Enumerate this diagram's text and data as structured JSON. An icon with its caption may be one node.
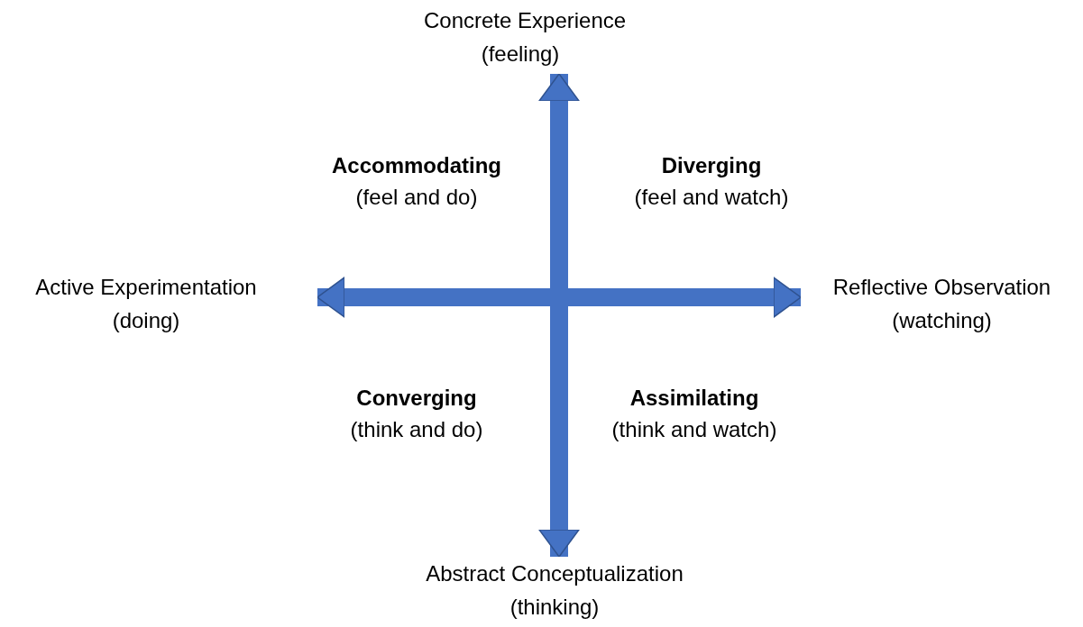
{
  "diagram": {
    "nodes": [
      {
        "text": [
          "Concrete Experience",
          "(feeling)"
        ]
      },
      {
        "text": [
          "Active Experimentation",
          "(doing)"
        ]
      },
      {
        "text": [
          "Reflective Observation",
          "(watching)"
        ]
      },
      {
        "text": [
          "Abstract Conceptualization",
          "(thinking)"
        ]
      }
    ],
    "edges": [
      {
        "from": 0,
        "to": 3,
        "arrow": "both"
      },
      {
        "from": 1,
        "to": 2,
        "arrow": "both"
      }
    ],
    "labels": [
      "Accommodating",
      "(feel and do)",
      "Diverging",
      "(feel and watch)",
      "Converging",
      "(think and do)",
      "Assimilating",
      "(think and watch)"
    ]
  }
}
